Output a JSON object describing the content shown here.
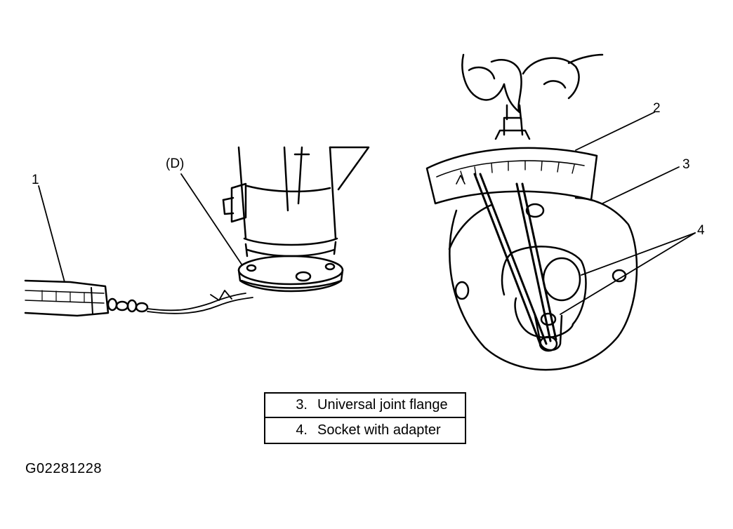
{
  "callouts": {
    "c1": "1",
    "cD": "(D)",
    "c2": "2",
    "c3": "3",
    "c4": "4"
  },
  "legend": [
    {
      "num": "3.",
      "text": "Universal joint flange"
    },
    {
      "num": "4.",
      "text": "Socket with adapter"
    }
  ],
  "figure_id": "G02281228",
  "colors": {
    "ink": "#000000",
    "paper": "#ffffff"
  }
}
